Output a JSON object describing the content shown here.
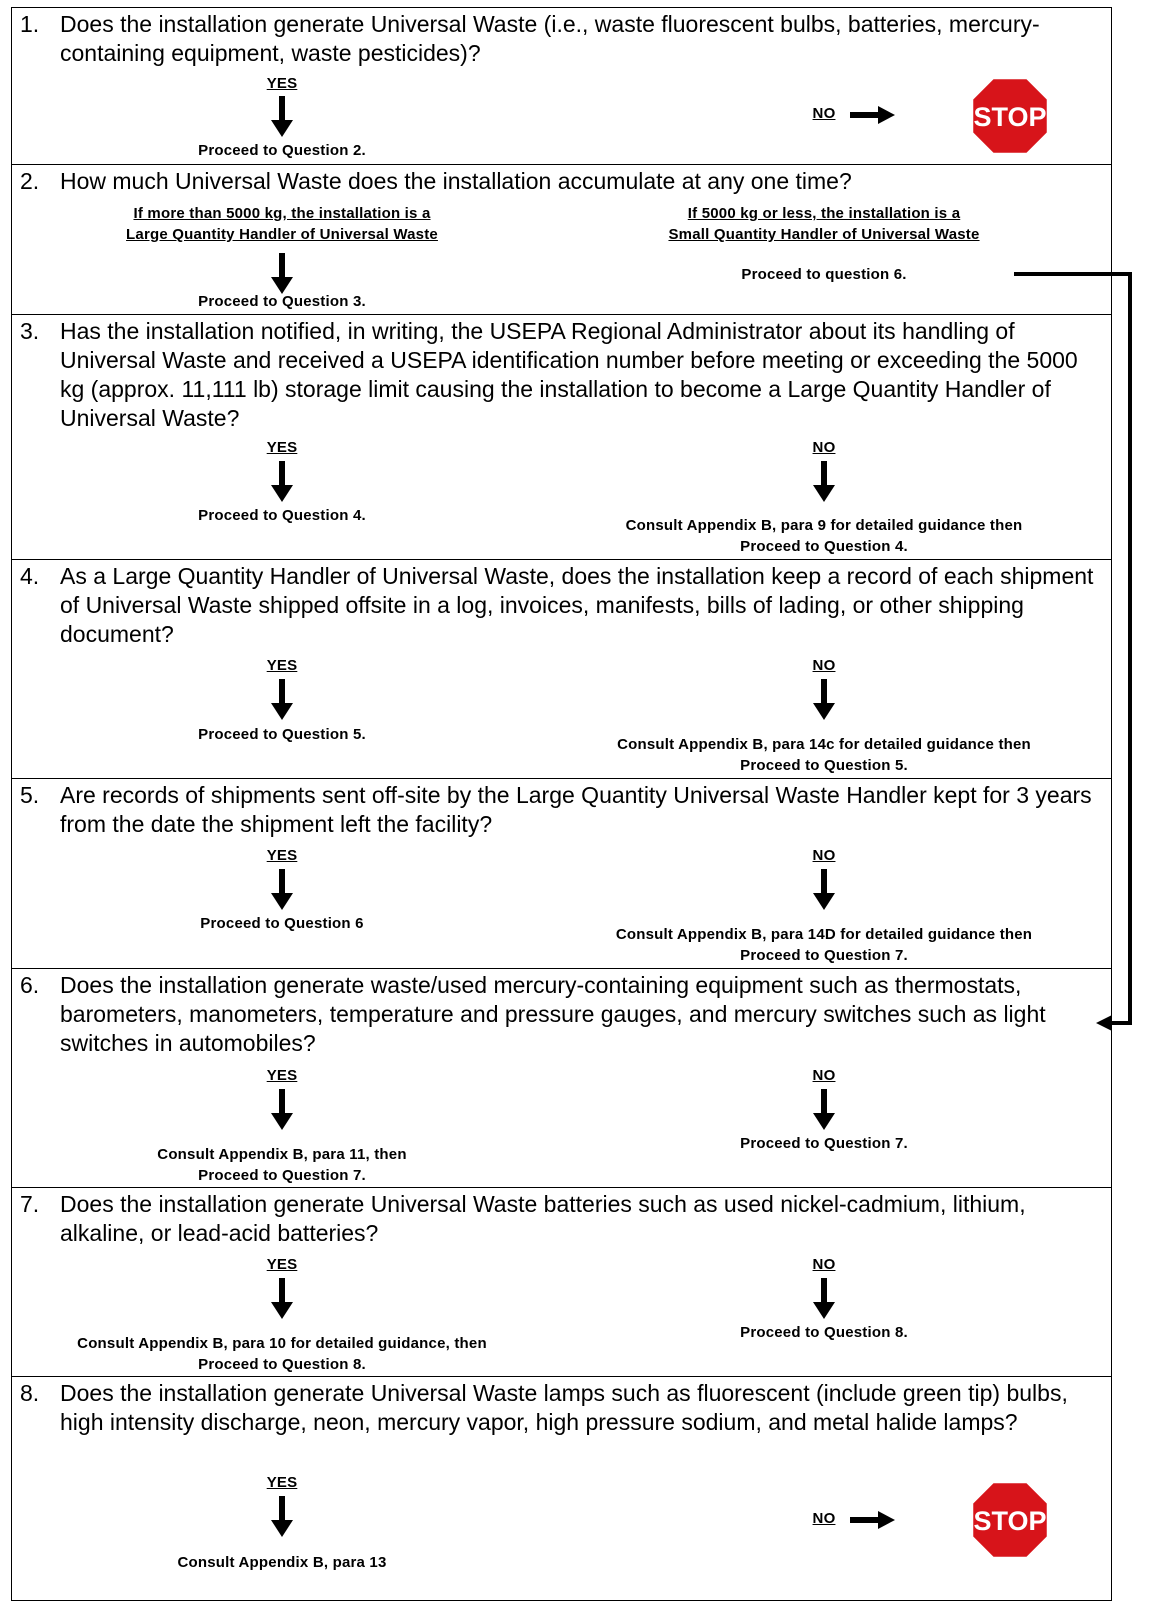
{
  "questions": [
    {
      "num": "1.",
      "text": "Does the installation generate Universal Waste (i.e., waste fluorescent bulbs, batteries, mercury-containing equipment, waste pesticides)?",
      "yes_label": "YES",
      "yes_result": "Proceed to Question 2.",
      "no_label": "NO",
      "no_result": "STOP"
    },
    {
      "num": "2.",
      "text": "How much Universal Waste does the installation accumulate at any one time?",
      "left_condition_1": "If more than 5000 kg, the installation is a",
      "left_condition_2": "Large Quantity Handler of Universal Waste",
      "left_result": "Proceed to Question 3.",
      "right_condition_1": "If 5000 kg or less, the installation is a",
      "right_condition_2": "Small Quantity Handler of Universal Waste",
      "right_result": "Proceed to question 6."
    },
    {
      "num": "3.",
      "text": "Has the installation notified, in writing, the USEPA Regional Administrator about its handling of Universal Waste and received a USEPA identification number before meeting or exceeding the 5000 kg (approx. 11,111 lb) storage limit causing the installation to become a Large Quantity Handler of Universal Waste?",
      "yes_label": "YES",
      "yes_result": "Proceed to Question 4.",
      "no_label": "NO",
      "no_result_1": "Consult Appendix B, para 9 for detailed guidance then",
      "no_result_2": "Proceed to Question 4."
    },
    {
      "num": "4.",
      "text": "As a Large Quantity Handler of Universal Waste, does the installation keep a record of each shipment of Universal Waste shipped offsite in a log, invoices, manifests, bills of lading, or other shipping document?",
      "yes_label": "YES",
      "yes_result": "Proceed to Question 5.",
      "no_label": "NO",
      "no_result_1": "Consult Appendix B, para 14c for detailed guidance then",
      "no_result_2": "Proceed to Question 5."
    },
    {
      "num": "5.",
      "text": "Are records of shipments sent off-site by the Large Quantity Universal Waste Handler kept for 3 years from the date the shipment left the facility?",
      "yes_label": "YES",
      "yes_result": "Proceed to Question 6",
      "no_label": "NO",
      "no_result_1": "Consult Appendix B, para 14D for detailed guidance then",
      "no_result_2": "Proceed to Question 7."
    },
    {
      "num": "6.",
      "text": "Does the installation generate waste/used mercury-containing equipment such as thermostats, barometers, manometers, temperature and pressure gauges, and mercury switches such as light switches in automobiles?",
      "yes_label": "YES",
      "yes_result_1": "Consult Appendix B, para 11, then",
      "yes_result_2": "Proceed to Question 7.",
      "no_label": "NO",
      "no_result": "Proceed to Question 7."
    },
    {
      "num": "7.",
      "text": "Does the installation generate Universal Waste batteries such as used nickel-cadmium, lithium, alkaline, or lead-acid batteries?",
      "yes_label": "YES",
      "yes_result_1": "Consult Appendix B, para 10 for detailed guidance, then",
      "yes_result_2": "Proceed to Question 8.",
      "no_label": "NO",
      "no_result": "Proceed to Question 8."
    },
    {
      "num": "8.",
      "text": "Does the installation generate Universal Waste lamps such as fluorescent (include green tip) bulbs, high intensity discharge, neon, mercury vapor, high pressure sodium, and metal halide lamps?",
      "yes_label": "YES",
      "yes_result": "Consult Appendix B, para 13",
      "no_label": "NO",
      "no_result": "STOP"
    }
  ],
  "colors": {
    "stop_red": "#d7141a",
    "stop_border": "#ffffff",
    "line": "#000000"
  }
}
